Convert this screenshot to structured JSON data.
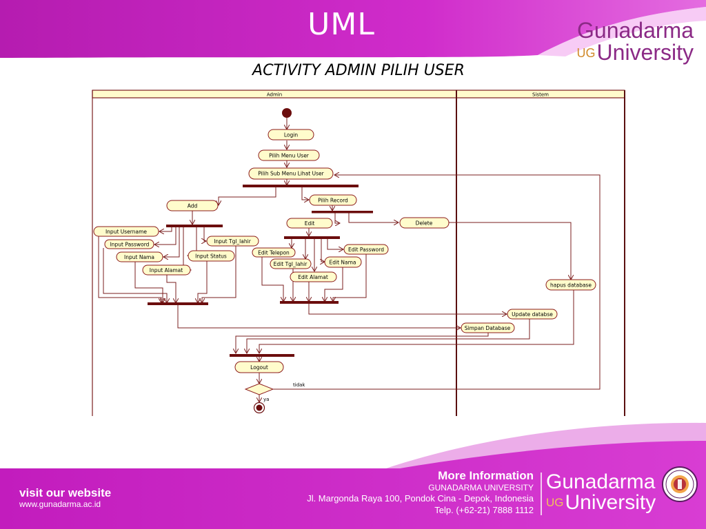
{
  "slide": {
    "title": "UML",
    "subtitle": "ACTIVITY ADMIN PILIH USER"
  },
  "branding": {
    "top_logo_line1": "Gunadarma",
    "top_logo_ug_u": "U",
    "top_logo_ug_g": "G",
    "top_logo_line2": "University",
    "bottom_logo_line1": "Gunadarma",
    "bottom_logo_ug_u": "U",
    "bottom_logo_ug_g": "G",
    "bottom_logo_line2": "University"
  },
  "footer": {
    "visit_label": "visit our website",
    "url": "www.gunadarma.ac.id",
    "more_info": "More Information",
    "university": "GUNADARMA UNIVERSITY",
    "address": "Jl. Margonda Raya 100, Pondok Cina - Depok, Indonesia",
    "phone": "Telp. (+62-21) 7888 1112"
  },
  "diagram": {
    "lanes": [
      "Admin",
      "Sistem"
    ],
    "activities": {
      "login": "Login",
      "pilih_menu_user": "Pilih Menu User",
      "pilih_sub_menu": "Pilih Sub Menu Lihat User",
      "add": "Add",
      "pilih_record": "Pilih Record",
      "edit": "Edit",
      "delete": "Delete",
      "input_username": "Input Username",
      "input_password": "Input Password",
      "input_tgl_lahir": "Input Tgl_lahir",
      "input_nama": "Input Nama",
      "input_status": "Input Status",
      "input_alamat": "Input Alamat",
      "edit_telepon": "Edit Telepon",
      "edit_password": "Edit Password",
      "edit_tgl_lahir": "Edit Tgl_lahir",
      "edit_nama": "Edit Nama",
      "edit_alamat": "Edit Alamat",
      "hapus_database": "hapus database",
      "update_database": "Update databse",
      "simpan_database": "Simpan Database",
      "logout": "Logout"
    },
    "guards": {
      "tidak": "tidak",
      "ya": "ya"
    },
    "colors": {
      "node_fill": "#fffccc",
      "node_stroke": "#8b1a1a",
      "edge": "#7a1e1e",
      "bar": "#6b0d0d",
      "lane_header": "#fffccc",
      "magenta": "#c81fc2"
    }
  }
}
